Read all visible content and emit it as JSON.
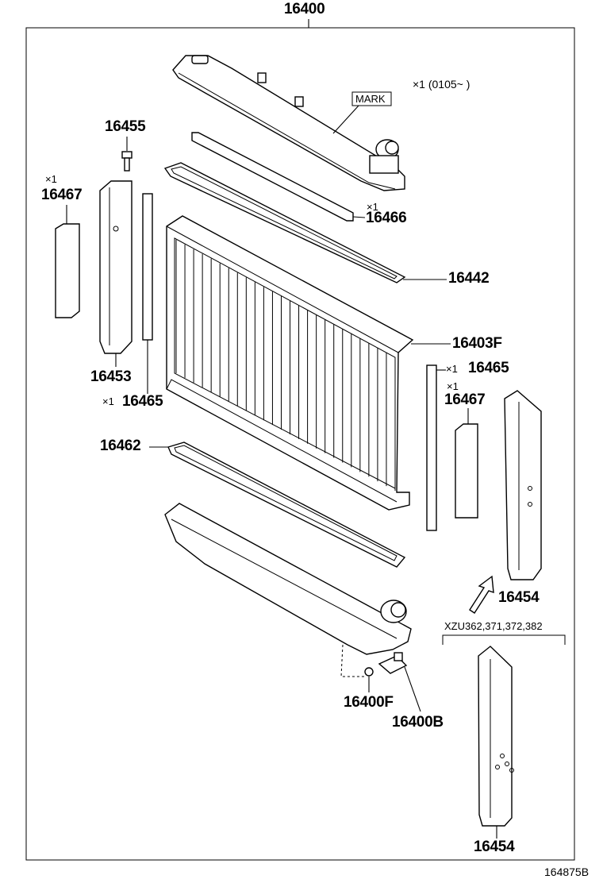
{
  "assembly_number": "16400",
  "diagram_id": "164875B",
  "note": "×1 (0105~ )",
  "variant_note": "XZU362,371,372,382",
  "mark_label": "MARK",
  "x1_marker": "×1",
  "parts": {
    "p16455": "16455",
    "p16467_left": "16467",
    "p16453": "16453",
    "p16465_left": "16465",
    "p16466": "16466",
    "p16442": "16442",
    "p16403F": "16403F",
    "p16465_right": "16465",
    "p16467_right": "16467",
    "p16462": "16462",
    "p16454_upper": "16454",
    "p16400F": "16400F",
    "p16400B": "16400B",
    "p16454_lower": "16454"
  }
}
